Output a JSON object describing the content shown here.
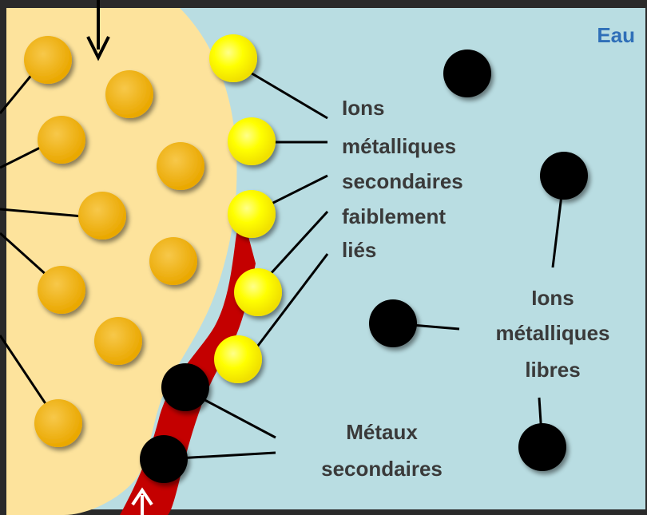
{
  "labels": {
    "water": "Eau",
    "loose_ions": [
      "Ions",
      "métalliques",
      "secondaires",
      "faiblement",
      "liés"
    ],
    "free_ions": [
      "Ions",
      "métalliques",
      "libres"
    ],
    "secondary_metals": [
      "Métaux",
      "secondaires"
    ]
  },
  "colors": {
    "water": "#b9dde2",
    "particle": "#fde39c",
    "red_layer": "#c40000",
    "bound_ion": "#f0b400",
    "loose_ion": "#ffff00",
    "metal": "#000000",
    "frame": "#2a2a2a"
  }
}
